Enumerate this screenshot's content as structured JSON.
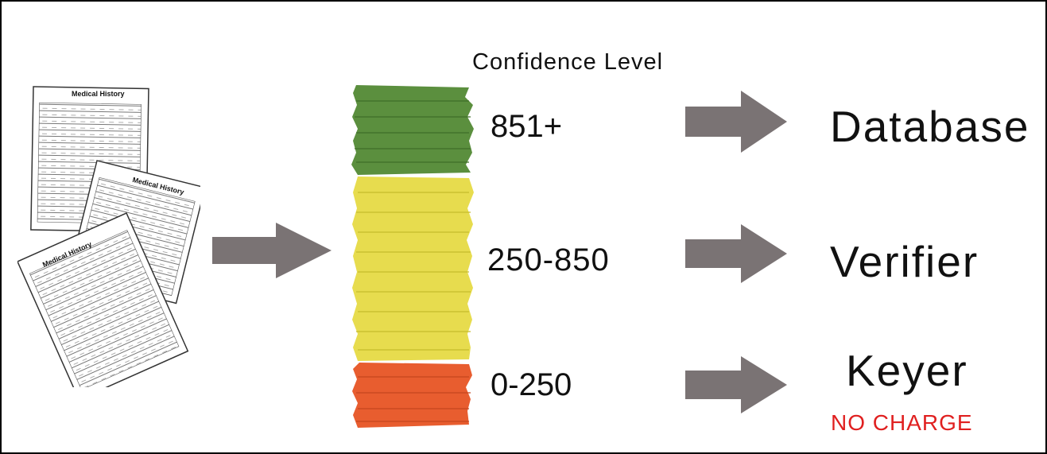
{
  "header": {
    "title": "Confidence Level"
  },
  "documents": {
    "label": "Medical History"
  },
  "colors": {
    "high": "#5b8f3e",
    "medium": "#e7dc4e",
    "low": "#e85d2f",
    "arrow": "#7a7374",
    "no_charge": "#e02020"
  },
  "levels": [
    {
      "range": "851+",
      "destination": "Database",
      "color": "#5b8f3e"
    },
    {
      "range": "250-850",
      "destination": "Verifier",
      "color": "#e7dc4e"
    },
    {
      "range": "0-250",
      "destination": "Keyer",
      "note": "NO CHARGE",
      "color": "#e85d2f"
    }
  ]
}
